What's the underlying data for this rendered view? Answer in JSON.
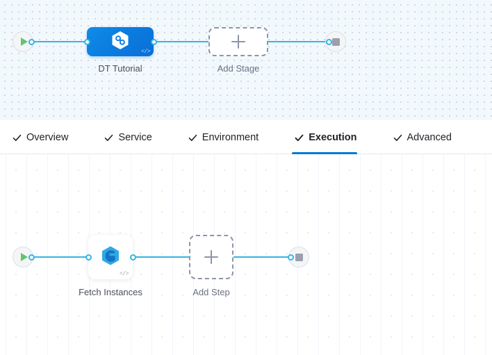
{
  "theme": {
    "accent_blue": "#0278d5",
    "wire_blue": "#34b4e4",
    "stage_blue": "#0a7ce0",
    "play_green": "#5fc76a",
    "stop_gray": "#9b9fae",
    "dashed_gray": "#8e93a8",
    "canvas_top_bg": "#f2f9fd",
    "canvas_bottom_bg": "#ffffff"
  },
  "stage_canvas": {
    "name": "stage-graph",
    "start_node": {
      "icon": "play-icon",
      "label": ""
    },
    "end_node": {
      "icon": "stop-icon",
      "label": ""
    },
    "stages": [
      {
        "label": "DT Tutorial",
        "icon": "harness-hexagon-icon",
        "badge": "</>",
        "selected": true
      }
    ],
    "add_stage": {
      "label": "Add Stage",
      "icon": "plus-icon"
    }
  },
  "tabs": {
    "items": [
      {
        "label": "Overview",
        "icon": "check-icon",
        "active": false
      },
      {
        "label": "Service",
        "icon": "check-icon",
        "active": false
      },
      {
        "label": "Environment",
        "icon": "check-icon",
        "active": false
      },
      {
        "label": "Execution",
        "icon": "check-icon",
        "active": true
      },
      {
        "label": "Advanced",
        "icon": "check-icon",
        "active": false
      }
    ]
  },
  "step_canvas": {
    "name": "execution-graph",
    "start_node": {
      "icon": "play-icon",
      "label": ""
    },
    "end_node": {
      "icon": "stop-icon",
      "label": ""
    },
    "steps": [
      {
        "label": "Fetch Instances",
        "icon": "spot-elastigroup-icon",
        "badge": "</>"
      }
    ],
    "add_step": {
      "label": "Add Step",
      "icon": "plus-icon"
    }
  }
}
